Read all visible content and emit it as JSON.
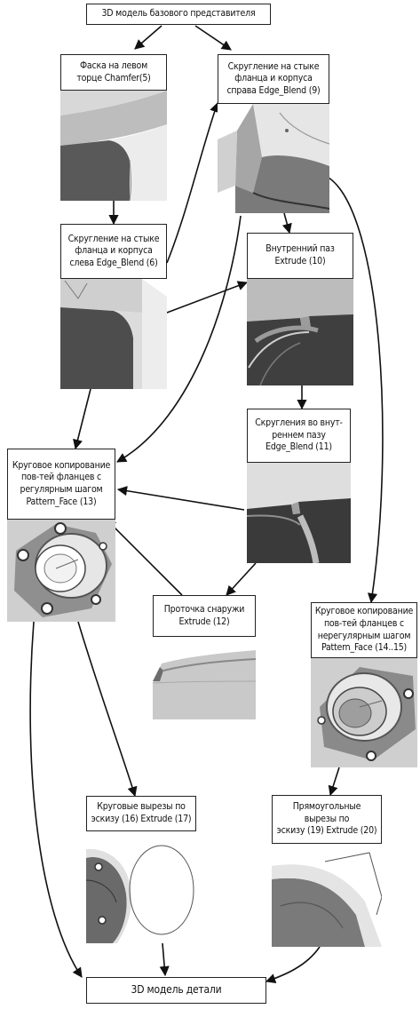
{
  "nodes": {
    "base_model": "3D модель базового представителя",
    "chamfer": "Фаска на левом\nторце Chamfer(5)",
    "blend_right": "Скругление на стыке\nфланца и корпуса\nсправа Edge_Blend (9)",
    "blend_left": "Скругление на стыке\nфланца и корпуса\nслева Edge_Blend (6)",
    "inner_groove": "Внутренний паз\nExtrude (10)",
    "groove_blends": "Скругления во внут-\nреннем пазу\nEdge_Blend (11)",
    "pattern_regular": "Круговое копирование\nпов-тей фланцев с\nрегулярным шагом\nPattern_Face (13)",
    "outer_groove": "Проточка снаружи\nExtrude (12)",
    "pattern_irregular": "Круговое копирование\nпов-тей фланцев с\nнерегулярным шагом\nPattern_Face (14..15)",
    "circular_cuts": "Круговые вырезы по\nэскизу (16) Extrude (17)",
    "rect_cuts": "Прямоугольные\nвырезы по\nэскизу (19) Extrude (20)",
    "final_model": "3D модель детали"
  },
  "colors": {
    "line": "#111111",
    "box_border": "#222222",
    "render_light": "#e2e2e2",
    "render_mid": "#a9a9a9",
    "render_dark": "#4a4a4a",
    "render_darkest": "#2b2b2b"
  }
}
